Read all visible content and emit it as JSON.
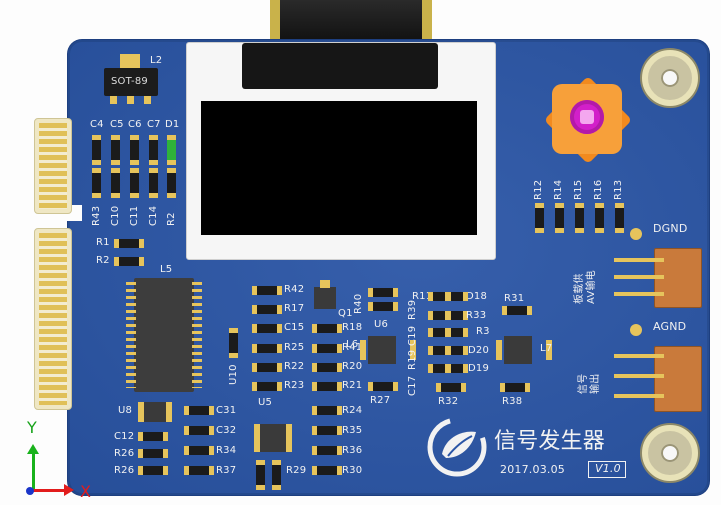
{
  "labels": {
    "l2": "L2",
    "sot": "SOT-89",
    "c4": "C4",
    "c5": "C5",
    "c6": "C6",
    "c7": "C7",
    "d1": "D1",
    "r43": "R43",
    "c10": "C10",
    "c11": "C11",
    "c14": "C14",
    "r2v": "R2",
    "r1": "R1",
    "r2": "R2",
    "l5": "L5",
    "r12": "R12",
    "r14": "R14",
    "r15": "R15",
    "r16": "R16",
    "r13": "R13",
    "dgnd": "DGND",
    "agnd": "AGND",
    "j4": "板载供\nAV输电",
    "j5": "信号\n输出",
    "r42": "R42",
    "r17": "R17",
    "c15": "C15",
    "r25": "R25",
    "r22": "R22",
    "r23": "R23",
    "r40": "R40",
    "q1": "Q1",
    "r18": "R18",
    "r41": "R41",
    "r20": "R20",
    "r21": "R21",
    "c17": "C17",
    "r19": "R19",
    "r39": "R39",
    "c19": "C19",
    "u6": "U6",
    "l6": "L6",
    "l7": "L7",
    "r11": "R11",
    "d18": "D18",
    "r31": "R31",
    "r33": "R33",
    "r3": "R3",
    "d20": "D20",
    "d19": "D19",
    "r27": "R27",
    "r32": "R32",
    "r38": "R38",
    "u8": "U8",
    "c12": "C12",
    "r26": "R26",
    "c31": "C31",
    "c32": "C32",
    "r34": "R34",
    "r37": "R37",
    "u5": "U5",
    "r29": "R29",
    "r24": "R24",
    "r35": "R35",
    "r36": "R36",
    "r30": "R30",
    "u10": "U10"
  },
  "brand": {
    "title": "信号发生器",
    "date": "2017.03.05",
    "version": "V1.0"
  },
  "axes": {
    "x": "X",
    "y": "Y"
  },
  "colors": {
    "board": "#2a55a6",
    "silkscreen": "#f2f2f2",
    "pad": "#e6c45c",
    "oled_panel": "#000000",
    "button_body": "#f28a1e",
    "button_cap": "#d21fc9"
  }
}
